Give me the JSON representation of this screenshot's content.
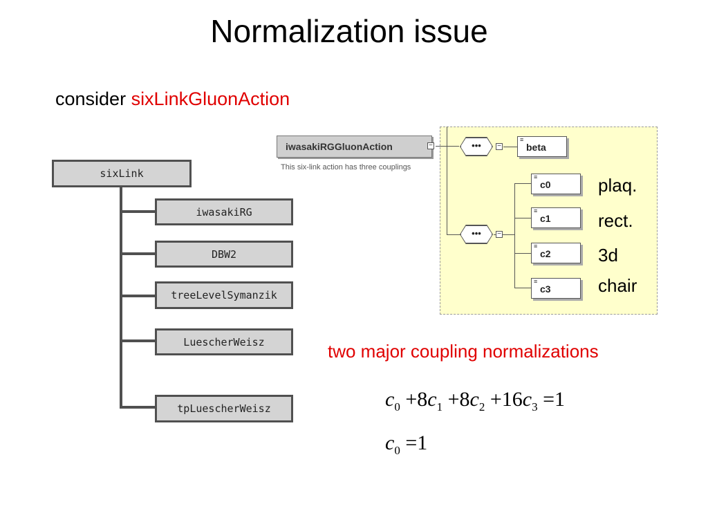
{
  "slide": {
    "title": "Normalization issue",
    "subtitle_prefix": "consider ",
    "subtitle_highlight": "sixLinkGluonAction",
    "note": "two major coupling normalizations"
  },
  "tree": {
    "root": "sixLink",
    "children": [
      "iwasakiRG",
      "DBW2",
      "treeLevelSymanzik",
      "LuescherWeisz",
      "tpLuescherWeisz"
    ]
  },
  "schema": {
    "root_element": "iwasakiRGGluonAction",
    "root_doc": "This six-link action has three couplings",
    "sequence_symbol": "•••",
    "minus_symbol": "−",
    "beta": "beta",
    "couplings": [
      "c0",
      "c1",
      "c2",
      "c3"
    ],
    "labels": [
      "plaq.",
      "rect.",
      "3d",
      "chair"
    ]
  },
  "formulas": {
    "eq1": {
      "c": "c",
      "i0": "0",
      "i1": "1",
      "i2": "2",
      "i3": "3",
      "plus": "+",
      "k8": "8",
      "k16": "16",
      "eq": "=",
      "one": "1"
    },
    "eq2": {
      "c": "c",
      "i0": "0",
      "eq": "=",
      "one": "1"
    }
  },
  "colors": {
    "highlight": "#e00000",
    "schema_background": "#ffffcc",
    "tree_node": "#d4d4d4"
  }
}
